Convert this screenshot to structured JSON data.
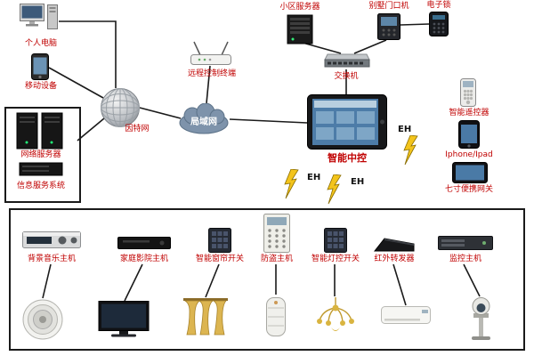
{
  "colors": {
    "label_red": "#c00000",
    "line": "#1a1a1a",
    "cloud_blue": "#7e93ab",
    "bolt_yellow": "#f3c41c"
  },
  "nodes": {
    "pc": {
      "label": "个人电脑"
    },
    "mobile": {
      "label": "移动设备"
    },
    "net_server": {
      "label": "网络服务器"
    },
    "info_system": {
      "label": "信息服务系统"
    },
    "internet": {
      "label": "因特网"
    },
    "remote_terminal": {
      "label": "远程控制终端"
    },
    "lan": {
      "label": "局域网"
    },
    "community_server": {
      "label": "小区服务器"
    },
    "villa_door": {
      "label": "别墅门口机"
    },
    "elock": {
      "label": "电子锁"
    },
    "switch": {
      "label": "交换机"
    },
    "central": {
      "label": "智能中控"
    },
    "smart_remote": {
      "label": "智能遥控器"
    },
    "iphone": {
      "label": "Iphone/Ipad"
    },
    "gateway7": {
      "label": "七寸便携网关"
    },
    "eh1": {
      "label": "EH"
    },
    "eh2": {
      "label": "EH"
    },
    "eh3": {
      "label": "EH"
    },
    "bgm": {
      "label": "背景音乐主机"
    },
    "theater": {
      "label": "家庭影院主机"
    },
    "curtain_switch": {
      "label": "智能窗帘开关"
    },
    "security": {
      "label": "防盗主机"
    },
    "light_switch": {
      "label": "智能灯控开关"
    },
    "ir": {
      "label": "红外转发器"
    },
    "monitor": {
      "label": "监控主机"
    }
  },
  "edges": [
    [
      "pc",
      "internet"
    ],
    [
      "mobile",
      "internet"
    ],
    [
      "info_system_box",
      "internet"
    ],
    [
      "internet",
      "lan"
    ],
    [
      "lan",
      "remote_terminal"
    ],
    [
      "lan",
      "central"
    ],
    [
      "switch",
      "central"
    ],
    [
      "switch",
      "community_server"
    ],
    [
      "switch",
      "villa_door"
    ],
    [
      "villa_door",
      "elock"
    ],
    [
      "central",
      "wireless-EH"
    ],
    [
      "bgm",
      "ceiling_speaker"
    ],
    [
      "theater",
      "tv"
    ],
    [
      "curtain_switch",
      "curtain"
    ],
    [
      "security",
      "siren"
    ],
    [
      "light_switch",
      "chandelier"
    ],
    [
      "ir",
      "air_conditioner"
    ],
    [
      "monitor",
      "ptz_camera"
    ]
  ]
}
